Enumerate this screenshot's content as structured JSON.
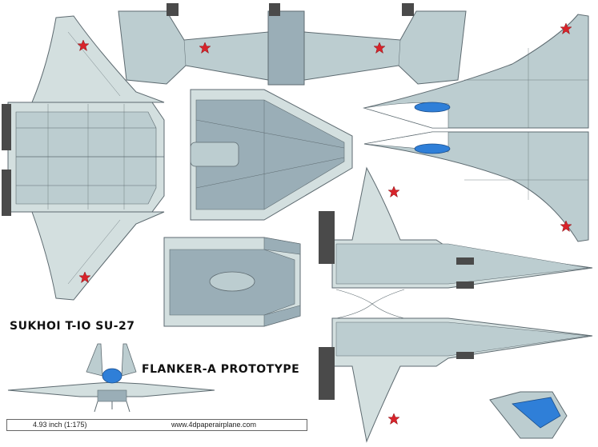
{
  "sheet": {
    "title": "SUKHOI T-IO SU-27",
    "subtitle": "FLANKER-A PROTOTYPE",
    "scale": "4.93 inch (1:175)",
    "url": "www.4dpaperairplane.com"
  },
  "colors": {
    "light": "#d3dfdf",
    "mid": "#bccdd0",
    "dark": "#9aaeb7",
    "line": "#5d6a70",
    "canopy": "#2f7fd8",
    "star": "#d8232a",
    "nozzle": "#4a4a4a",
    "background": "#ffffff"
  },
  "icons": [
    "red-star-icon"
  ]
}
